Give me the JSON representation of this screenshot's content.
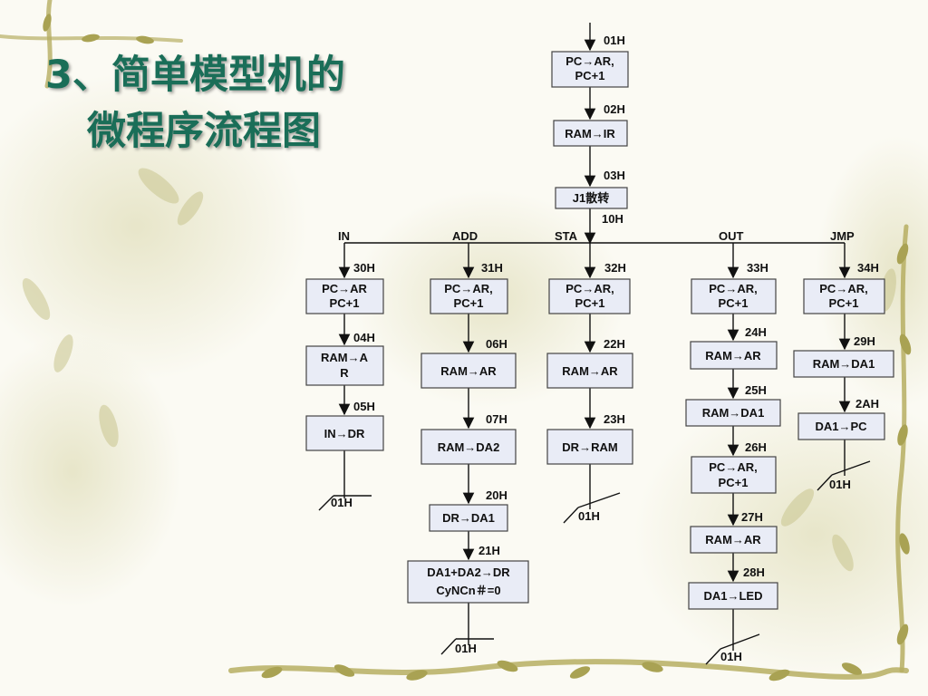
{
  "title": {
    "line1": "3、简单模型机的",
    "line2": "微程序流程图"
  },
  "colors": {
    "title": "#1a6e58",
    "box_fill": "#e9ecf6",
    "box_border": "#444444",
    "line": "#111111"
  },
  "labels": {
    "a01": "01H",
    "a02": "02H",
    "a03": "03H",
    "a10": "10H",
    "in": "IN",
    "add": "ADD",
    "sta": "STA",
    "out": "OUT",
    "jmp": "JMP",
    "a30": "30H",
    "a04": "04H",
    "a05": "05H",
    "t_in": "01H",
    "a31": "31H",
    "a06": "06H",
    "a07": "07H",
    "a20": "20H",
    "a21": "21H",
    "t_add": "01H",
    "a32": "32H",
    "a22": "22H",
    "a23": "23H",
    "t_sta": "01H",
    "a33": "33H",
    "a24": "24H",
    "a25": "25H",
    "a26": "26H",
    "a27": "27H",
    "a28": "28H",
    "t_out": "01H",
    "a34": "34H",
    "a29": "29H",
    "a2a": "2AH",
    "t_jmp": "01H"
  },
  "boxes": {
    "b01": [
      "PC→AR,",
      "PC+1"
    ],
    "b02": [
      "RAM→IR"
    ],
    "b03": [
      "J1散转"
    ],
    "b30": [
      "PC→AR",
      "PC+1"
    ],
    "b04": [
      "RAM→A",
      "R"
    ],
    "b05": [
      "IN→DR"
    ],
    "b31": [
      "PC→AR,",
      "PC+1"
    ],
    "b06": [
      "RAM→AR"
    ],
    "b07": [
      "RAM→DA2"
    ],
    "b20": [
      "DR→DA1"
    ],
    "b21": [
      "DA1+DA2→DR",
      "CyNCn＃=0"
    ],
    "b32": [
      "PC→AR,",
      "PC+1"
    ],
    "b22": [
      "RAM→AR"
    ],
    "b23": [
      "DR→RAM"
    ],
    "b33": [
      "PC→AR,",
      "PC+1"
    ],
    "b24": [
      "RAM→AR"
    ],
    "b25": [
      "RAM→DA1"
    ],
    "b26": [
      "PC→AR,",
      "PC+1"
    ],
    "b27": [
      "RAM→AR"
    ],
    "b28": [
      "DA1→LED"
    ],
    "b34": [
      "PC→AR,",
      "PC+1"
    ],
    "b29": [
      "RAM→DA1"
    ],
    "b2a": [
      "DA1→PC"
    ]
  }
}
